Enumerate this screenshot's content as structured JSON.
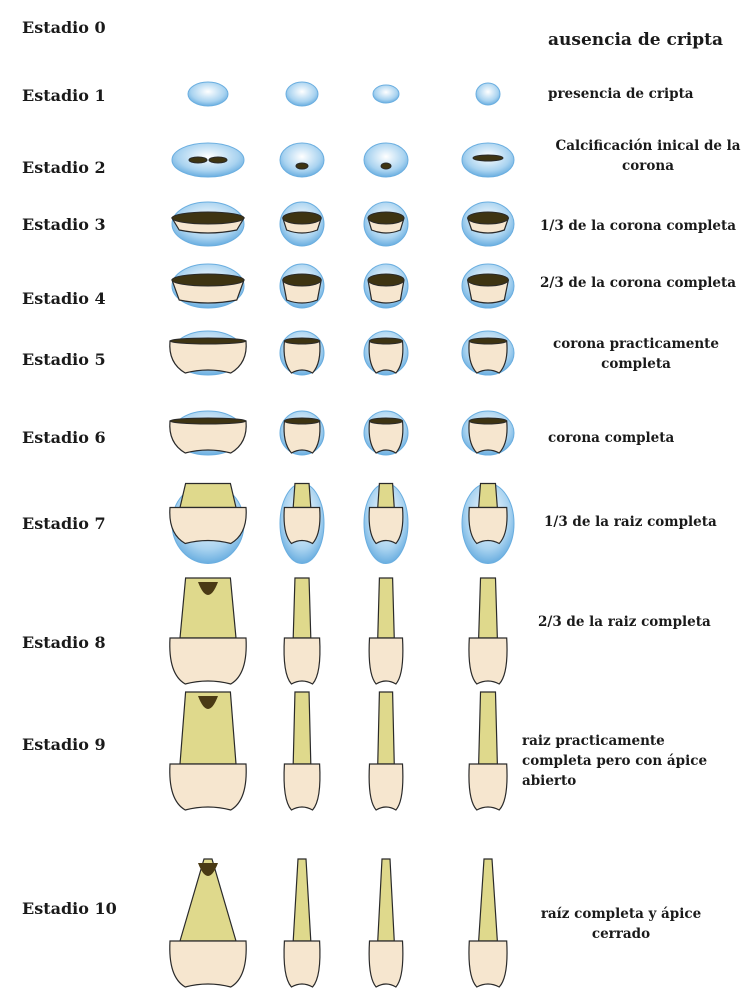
{
  "stages": [
    {
      "label": "Estadio 0",
      "description": "ausencia de cripta",
      "teeth": []
    },
    {
      "label": "Estadio 1",
      "description": "presencia de cripta",
      "teeth": [
        "molar-crypt-icon",
        "premolar-crypt-icon",
        "canine-crypt-icon",
        "incisor-crypt-icon"
      ]
    },
    {
      "label": "Estadio 2",
      "description": "Calcificación inical de la\ncorona",
      "teeth": [
        "molar-calcification-icon",
        "premolar-calcification-icon",
        "canine-calcification-icon",
        "incisor-calcification-icon"
      ]
    },
    {
      "label": "Estadio 3",
      "description": "1/3 de la corona completa",
      "teeth": [
        "molar-crown-third-icon",
        "premolar-crown-third-icon",
        "canine-crown-third-icon",
        "incisor-crown-third-icon"
      ]
    },
    {
      "label": "Estadio 4",
      "description": "2/3 de la corona completa",
      "teeth": [
        "molar-crown-two-thirds-icon",
        "premolar-crown-two-thirds-icon",
        "canine-crown-two-thirds-icon",
        "incisor-crown-two-thirds-icon"
      ]
    },
    {
      "label": "Estadio 5",
      "description": "corona practicamente\ncompleta",
      "teeth": [
        "molar-crown-almost-icon",
        "premolar-crown-almost-icon",
        "canine-crown-almost-icon",
        "incisor-crown-almost-icon"
      ]
    },
    {
      "label": "Estadio 6",
      "description": "corona completa",
      "teeth": [
        "molar-crown-complete-icon",
        "premolar-crown-complete-icon",
        "canine-crown-complete-icon",
        "incisor-crown-complete-icon"
      ]
    },
    {
      "label": "Estadio 7",
      "description": "1/3 de la raiz completa",
      "teeth": [
        "molar-root-third-icon",
        "premolar-root-third-icon",
        "canine-root-third-icon",
        "incisor-root-third-icon"
      ]
    },
    {
      "label": "Estadio 8",
      "description": "2/3 de la raiz completa",
      "teeth": [
        "molar-root-two-thirds-icon",
        "premolar-root-two-thirds-icon",
        "canine-root-two-thirds-icon",
        "incisor-root-two-thirds-icon"
      ]
    },
    {
      "label": "Estadio 9",
      "description": "raiz practicamente\ncompleta  pero con ápice\nabierto",
      "teeth": [
        "molar-open-apex-icon",
        "premolar-open-apex-icon",
        "canine-open-apex-icon",
        "incisor-open-apex-icon"
      ]
    },
    {
      "label": "Estadio 10",
      "description": "raíz completa y ápice\ncerrado",
      "teeth": [
        "molar-closed-apex-icon",
        "premolar-closed-apex-icon",
        "canine-closed-apex-icon",
        "incisor-closed-apex-icon"
      ]
    }
  ],
  "colors": {
    "crypt": "#a9d3f0",
    "crypt_edge": "#6aaee0",
    "crown_cap": "#3e3412",
    "root": "#dfd98c",
    "crown": "#f6e6cf",
    "outline": "#2a2a2a",
    "pulp": "#4a3a14"
  }
}
